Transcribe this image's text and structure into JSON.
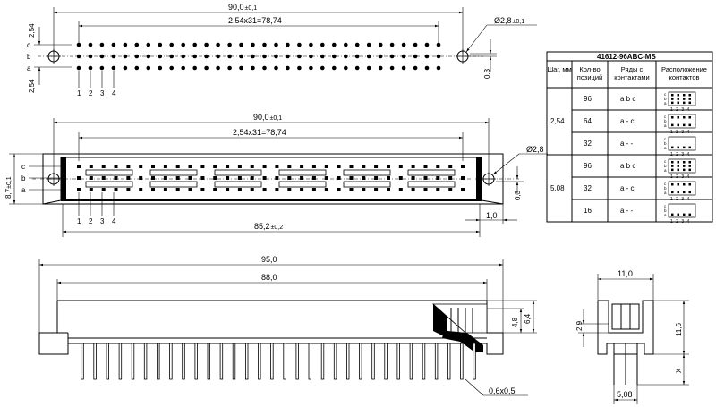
{
  "top_view": {
    "dim_total": "90,0",
    "dim_total_tol": "±0,1",
    "dim_pitch": "2,54x31=78,74",
    "dim_hole": "2,8",
    "dim_hole_tol": "±0,1",
    "dim_hole_offset": "0,3",
    "dim_side_top": "2,54",
    "dim_side_bottom": "2,54",
    "row_labels": [
      "c",
      "b",
      "a"
    ],
    "pin_numbers": [
      "1",
      "2",
      "3",
      "4"
    ]
  },
  "front_view": {
    "dim_total": "90,0",
    "dim_total_tol": "±0,1",
    "dim_pitch": "2,54x31=78,74",
    "dim_hole": "2,8",
    "dim_hole_offset": "0,3",
    "dim_height": "8,7",
    "dim_height_tol": "±0,1",
    "dim_body": "85,2",
    "dim_body_tol": "±0,2",
    "dim_edge": "1,0",
    "row_labels": [
      "c",
      "b",
      "a"
    ],
    "pin_numbers": [
      "1",
      "2",
      "3",
      "4"
    ]
  },
  "side_view": {
    "dim_total": "95,0",
    "dim_inner": "88,0",
    "dim_h1": "4,8",
    "dim_h2": "6,4",
    "dim_pin": "0,6x0,5"
  },
  "end_view": {
    "dim_width": "11,0",
    "dim_height": "11,6",
    "dim_step": "2,9",
    "dim_x": "X",
    "dim_pitch": "5,08"
  },
  "table": {
    "title": "41612-96ABC-MS",
    "headers": [
      "Шаг, мм",
      "Кол-во позиций",
      "Ряды с контактами",
      "Расположение контактов"
    ],
    "groups": [
      {
        "pitch": "2,54",
        "rows": [
          {
            "positions": "96",
            "rows_label": "a b c"
          },
          {
            "positions": "64",
            "rows_label": "a - c"
          },
          {
            "positions": "32",
            "rows_label": "a - -"
          }
        ]
      },
      {
        "pitch": "5,08",
        "rows": [
          {
            "positions": "96",
            "rows_label": "a b c"
          },
          {
            "positions": "32",
            "rows_label": "a - c"
          },
          {
            "positions": "16",
            "rows_label": "a - -"
          }
        ]
      }
    ],
    "icon_rows": [
      "c",
      "b",
      "a"
    ],
    "icon_numbers": "1 2 3 4"
  }
}
